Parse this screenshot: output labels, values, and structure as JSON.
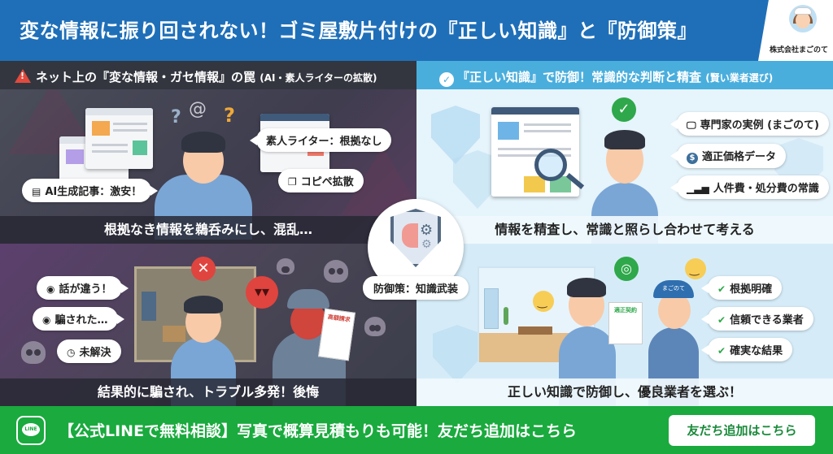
{
  "header": {
    "title": "変な情報に振り回されない！ゴミ屋敷片付けの『正しい知識』と『防御策』",
    "brand_name": "株式会社まごのて",
    "colors": {
      "header_bg": "#1f6fb8",
      "text": "#ffffff"
    }
  },
  "left": {
    "heading": "ネット上の『変な情報・ガセ情報』の罠",
    "heading_sub": "(AI・素人ライターの拡散)",
    "top": {
      "bubbles": [
        {
          "icon": "article-icon",
          "text": "AI生成記事：激安！"
        },
        {
          "text": "素人ライター：根拠なし"
        },
        {
          "icon": "document-icon",
          "text": "コピペ拡散"
        }
      ],
      "caption": "根拠なき情報を鵜呑みにし、混乱…"
    },
    "bottom": {
      "bubbles": [
        {
          "icon": "speaking-icon",
          "text": "話が違う！"
        },
        {
          "icon": "speaking-icon",
          "text": "騙された…"
        },
        {
          "icon": "pending-icon",
          "text": "未解決"
        }
      ],
      "invoice_label": "高額請求",
      "caption": "結果的に騙され、トラブル多発！後悔"
    },
    "colors": {
      "heading_bg": "#33363f",
      "warning": "#e14b3e"
    }
  },
  "center": {
    "label": "防御策：知識武装"
  },
  "right": {
    "heading": "『正しい知識』で防御！常識的な判断と精査",
    "heading_sub": "(賢い業者選び)",
    "top": {
      "bubbles": [
        {
          "icon": "monitor-chart-icon",
          "text": "専門家の実例 (まごのて)"
        },
        {
          "icon": "dollar-icon",
          "text": "適正価格データ"
        },
        {
          "icon": "bar-chart-icon",
          "text": "人件費・処分費の常識"
        }
      ],
      "caption": "情報を精査し、常識と照らし合わせて考える"
    },
    "bottom": {
      "bubbles": [
        {
          "icon": "check-icon",
          "text": "根拠明確"
        },
        {
          "icon": "check-icon",
          "text": "信頼できる業者"
        },
        {
          "icon": "check-icon",
          "text": "確実な結果"
        }
      ],
      "contract_label": "適正契約",
      "cap_label": "まごのて",
      "caption": "正しい知識で防御し、優良業者を選ぶ！"
    },
    "colors": {
      "heading_bg": "#4aaedd",
      "check": "#2ea84a"
    }
  },
  "footer": {
    "line_label": "LINE",
    "text": "【公式LINEで無料相談】写真で概算見積もりも可能！友だち追加はこちら",
    "button_label": "友だち追加はこちら",
    "colors": {
      "bg": "#1aaa3e",
      "button_text": "#1a8a3a"
    }
  }
}
